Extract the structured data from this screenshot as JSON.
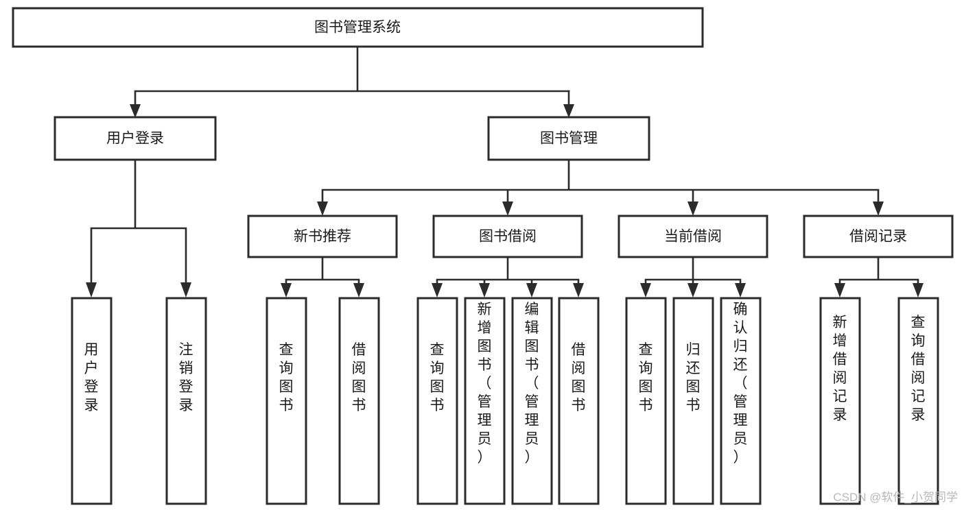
{
  "diagram": {
    "title": "图书管理系统",
    "type": "tree-hierarchy",
    "root": {
      "id": "root",
      "label": "图书管理系统"
    },
    "level1": [
      {
        "id": "user-login",
        "label": "用户登录"
      },
      {
        "id": "book-manage",
        "label": "图书管理"
      }
    ],
    "level2": [
      {
        "id": "new-book-rec",
        "label": "新书推荐",
        "parent": "book-manage"
      },
      {
        "id": "book-borrow",
        "label": "图书借阅",
        "parent": "book-manage"
      },
      {
        "id": "current-borrow",
        "label": "当前借阅",
        "parent": "book-manage"
      },
      {
        "id": "borrow-record",
        "label": "借阅记录",
        "parent": "book-manage"
      }
    ],
    "leaves": {
      "user_login": [
        {
          "id": "leaf-user-login",
          "label": "用户登录"
        },
        {
          "id": "leaf-logout",
          "label": "注销登录"
        }
      ],
      "new_book_rec": [
        {
          "id": "leaf-query-book-1",
          "label": "查询图书"
        },
        {
          "id": "leaf-borrow-book-1",
          "label": "借阅图书"
        }
      ],
      "book_borrow": [
        {
          "id": "leaf-query-book-2",
          "label": "查询图书"
        },
        {
          "id": "leaf-add-book",
          "label": "新增图书（管理员）"
        },
        {
          "id": "leaf-edit-book",
          "label": "编辑图书（管理员）"
        },
        {
          "id": "leaf-borrow-book-2",
          "label": "借阅图书"
        }
      ],
      "current_borrow": [
        {
          "id": "leaf-query-book-3",
          "label": "查询图书"
        },
        {
          "id": "leaf-return-book",
          "label": "归还图书"
        },
        {
          "id": "leaf-confirm-return",
          "label": "确认归还（管理员）"
        }
      ],
      "borrow_record": [
        {
          "id": "leaf-add-record",
          "label": "新增借阅记录"
        },
        {
          "id": "leaf-query-record",
          "label": "查询借阅记录"
        }
      ]
    }
  },
  "watermark": {
    "text": "CSDN @软件_小贺同学"
  },
  "colors": {
    "box_stroke": "#2b2b2b",
    "box_fill": "#ffffff",
    "text": "#1a1a1a",
    "background": "#ffffff",
    "watermark": "#b8b8b8"
  }
}
